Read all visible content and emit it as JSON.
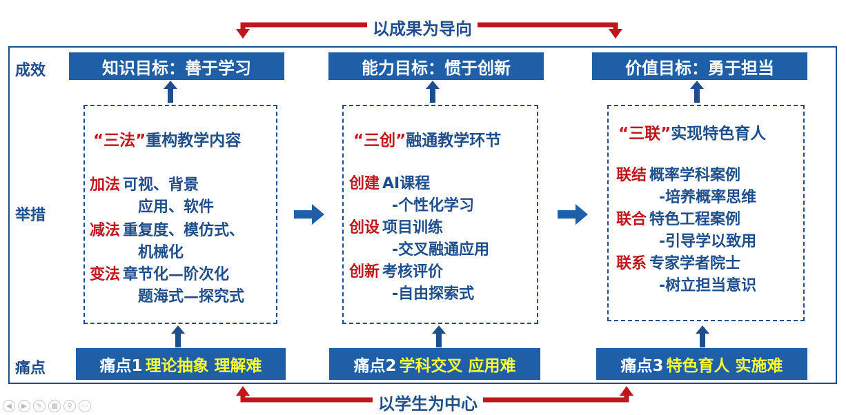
{
  "top_banner": "以成果为导向",
  "bottom_banner": "以学生为中心",
  "row_labels": {
    "outcome": "成效",
    "measures": "举措",
    "pain": "痛点"
  },
  "goals": [
    {
      "label": "知识目标：善于学习"
    },
    {
      "label": "能力目标：惯于创新"
    },
    {
      "label": "价值目标：勇于担当"
    }
  ],
  "boxes": [
    {
      "title_quote": "“三法”",
      "title_rest": "重构教学内容",
      "lines": [
        {
          "kw": "加法",
          "text": "可视、背景"
        },
        {
          "kw": "",
          "text": "应用、软件"
        },
        {
          "kw": "减法",
          "text": "重复度、模仿式、"
        },
        {
          "kw": "",
          "text": "机械化"
        },
        {
          "kw": "变法",
          "text": "章节化—阶次化"
        },
        {
          "kw": "",
          "text": "题海式—探究式"
        }
      ]
    },
    {
      "title_quote": "“三创”",
      "title_rest": "融通教学环节",
      "lines": [
        {
          "kw": "创建",
          "text": "AI课程"
        },
        {
          "kw": "",
          "text": "-个性化学习"
        },
        {
          "kw": "创设",
          "text": "项目训练"
        },
        {
          "kw": "",
          "text": "-交叉融通应用"
        },
        {
          "kw": "创新",
          "text": "考核评价"
        },
        {
          "kw": "",
          "text": "-自由探索式"
        }
      ]
    },
    {
      "title_quote": "“三联”",
      "title_rest": "实现特色育人",
      "lines": [
        {
          "kw": "联结",
          "text": "概率学科案例"
        },
        {
          "kw": "",
          "text": "-培养概率思维"
        },
        {
          "kw": "联合",
          "text": "特色工程案例"
        },
        {
          "kw": "",
          "text": "-引导学以致用"
        },
        {
          "kw": "联系",
          "text": "专家学者院士"
        },
        {
          "kw": "",
          "text": "-树立担当意识"
        }
      ]
    }
  ],
  "pains": [
    {
      "tag": "痛点1",
      "desc": "理论抽象 理解难"
    },
    {
      "tag": "痛点2",
      "desc": "学科交叉 应用难"
    },
    {
      "tag": "痛点3",
      "desc": "特色育人 实施难"
    }
  ],
  "colors": {
    "primary_blue": "#1f5fa8",
    "dark_blue": "#1f4e8c",
    "accent_red": "#c0161c",
    "highlight_yellow": "#ffff33"
  },
  "icons": [
    "arrow-up-icon",
    "arrow-right-icon",
    "bracket-arrow-icon",
    "player-control-icon"
  ]
}
